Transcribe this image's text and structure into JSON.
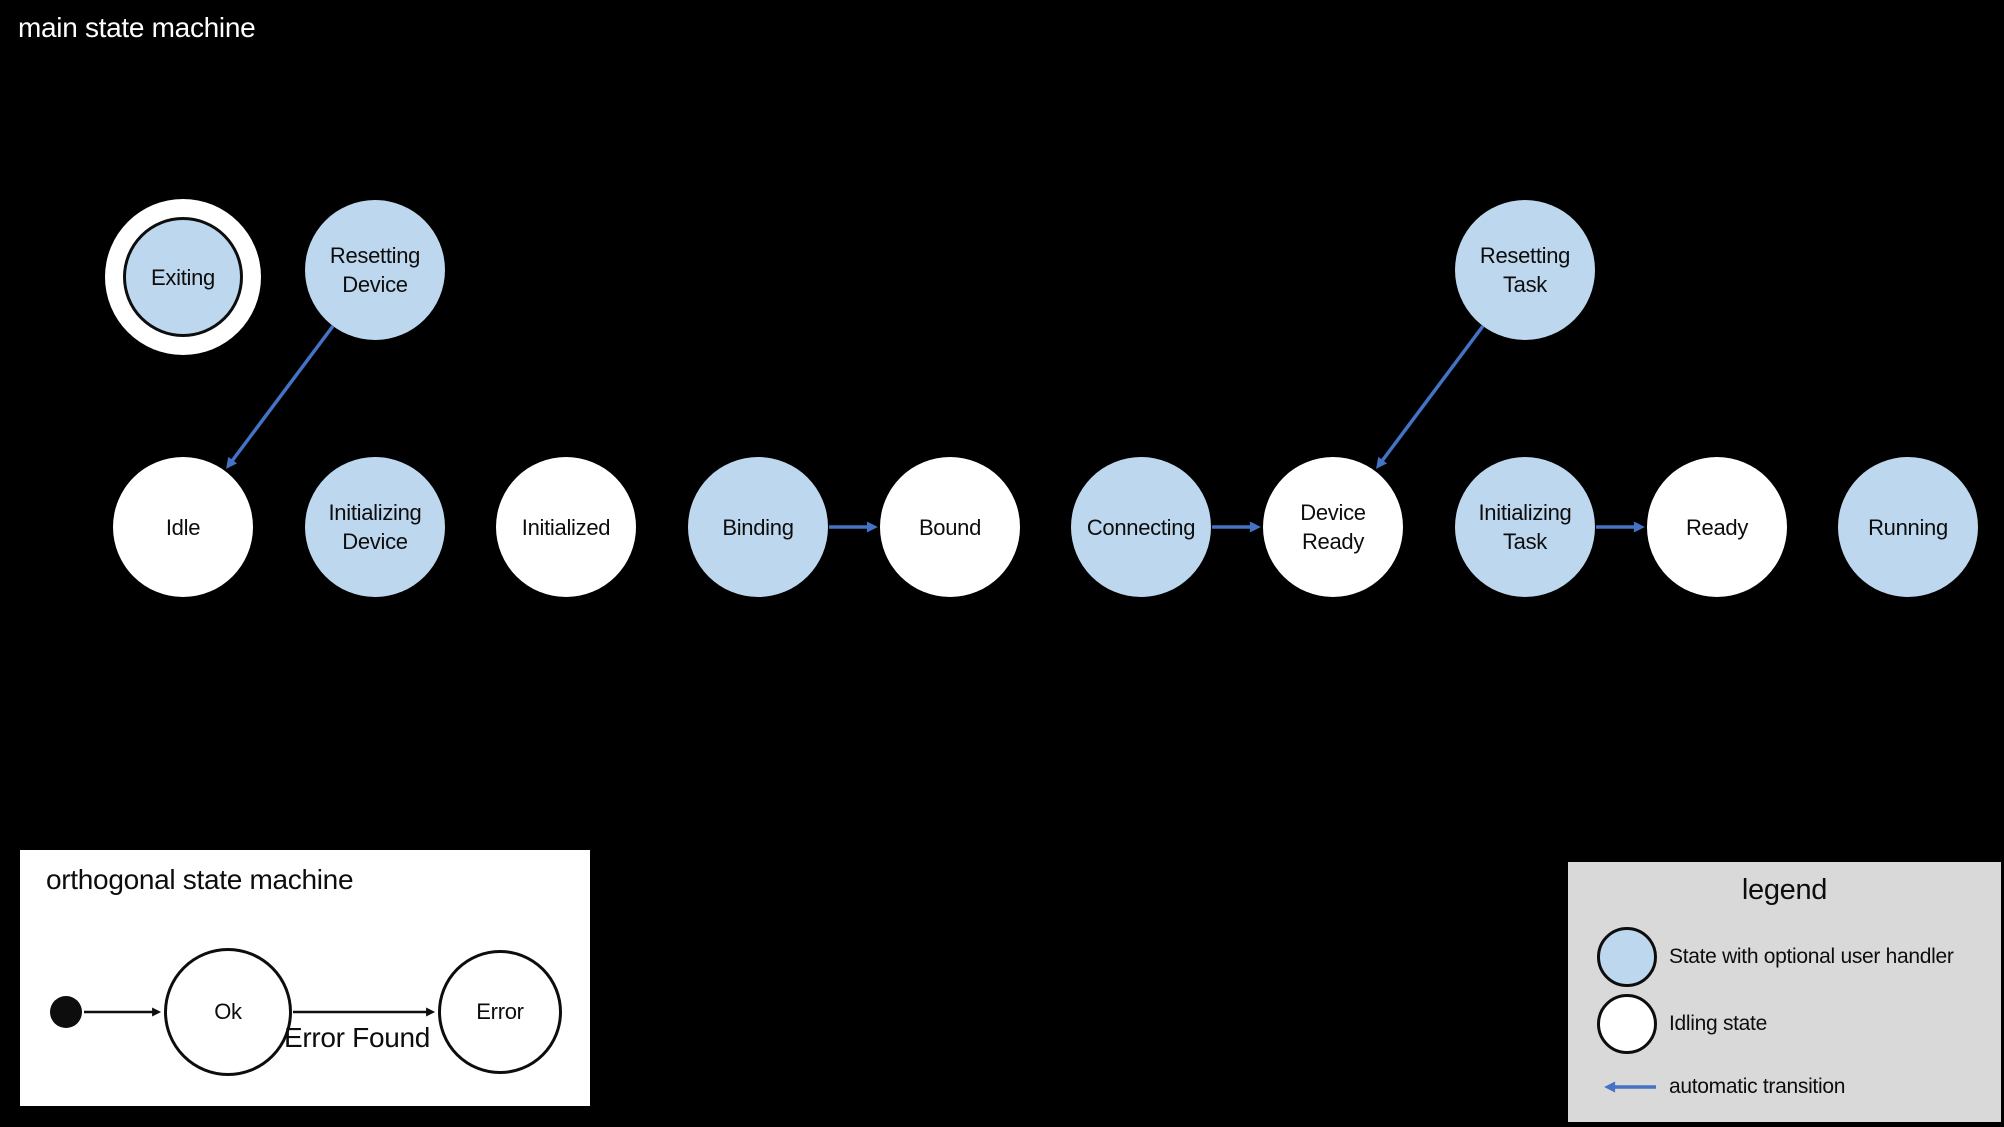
{
  "main_machine": {
    "title": "main state machine",
    "states": [
      {
        "id": "exiting",
        "label": "Exiting",
        "kind": "handler",
        "final_state": true
      },
      {
        "id": "resetting-device",
        "label": "Resetting\nDevice",
        "kind": "handler"
      },
      {
        "id": "resetting-task",
        "label": "Resetting\nTask",
        "kind": "handler"
      },
      {
        "id": "idle",
        "label": "Idle",
        "kind": "idling"
      },
      {
        "id": "initializing-device",
        "label": "Initializing\nDevice",
        "kind": "handler"
      },
      {
        "id": "initialized",
        "label": "Initialized",
        "kind": "idling"
      },
      {
        "id": "binding",
        "label": "Binding",
        "kind": "handler"
      },
      {
        "id": "bound",
        "label": "Bound",
        "kind": "idling"
      },
      {
        "id": "connecting",
        "label": "Connecting",
        "kind": "handler"
      },
      {
        "id": "device-ready",
        "label": "Device\nReady",
        "kind": "idling"
      },
      {
        "id": "initializing-task",
        "label": "Initializing\nTask",
        "kind": "handler"
      },
      {
        "id": "ready",
        "label": "Ready",
        "kind": "idling"
      },
      {
        "id": "running",
        "label": "Running",
        "kind": "handler"
      }
    ],
    "transitions": [
      {
        "from": "resetting-device",
        "to": "idle",
        "kind": "automatic"
      },
      {
        "from": "resetting-task",
        "to": "device-ready",
        "kind": "automatic"
      },
      {
        "from": "binding",
        "to": "bound",
        "kind": "automatic"
      },
      {
        "from": "connecting",
        "to": "device-ready",
        "kind": "automatic"
      },
      {
        "from": "initializing-task",
        "to": "ready",
        "kind": "automatic"
      }
    ]
  },
  "orthogonal_machine": {
    "title": "orthogonal state machine",
    "has_initial_state": true,
    "states": [
      {
        "id": "ok",
        "label": "Ok"
      },
      {
        "id": "error",
        "label": "Error"
      }
    ],
    "transitions": [
      {
        "from": "initial",
        "to": "ok",
        "label": ""
      },
      {
        "from": "ok",
        "to": "error",
        "label": "Error Found"
      }
    ]
  },
  "legend": {
    "title": "legend",
    "items": [
      {
        "swatch": "handler-state-circle",
        "label": "State with optional user handler"
      },
      {
        "swatch": "idling-state-circle",
        "label": "Idling state"
      },
      {
        "swatch": "automatic-transition-arrow",
        "label": "automatic transition"
      }
    ]
  },
  "colors": {
    "background": "#000000",
    "handler_state_fill": "#bdd7ee",
    "idling_state_fill": "#ffffff",
    "transition_blue": "#4472c4",
    "state_outline": "#0d0d0d",
    "panel_white": "#ffffff",
    "legend_bg": "#d9d9d9",
    "label_text": "#0d0d0d",
    "title_text": "#ffffff"
  }
}
